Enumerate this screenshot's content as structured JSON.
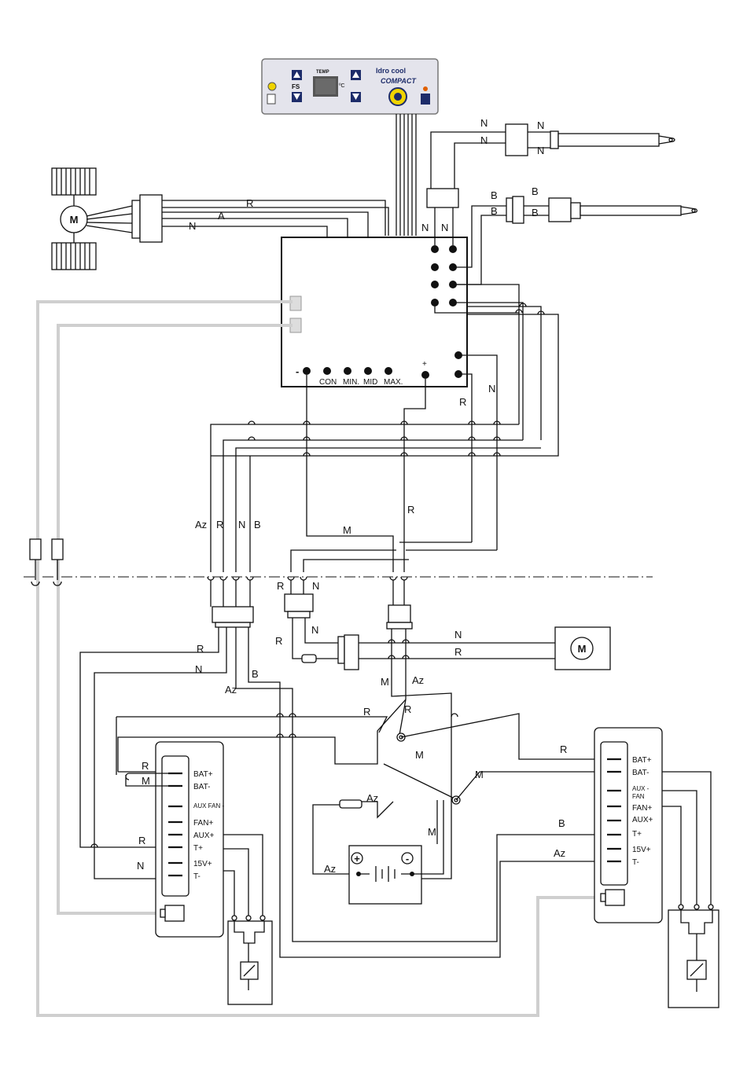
{
  "panel": {
    "temp_label": "TEMP",
    "unit": "ºC",
    "fs_label": "FS",
    "brand_line1": "Idro cool",
    "brand_line2": "COMPACT"
  },
  "motor_label": "M",
  "wire_labels": {
    "red": "R",
    "blue": "A",
    "black": "N",
    "white": "B",
    "sky_blue": "Az",
    "brown": "M"
  },
  "control_board": {
    "terminals": [
      "CON",
      "MIN.",
      "MID",
      "MAX."
    ],
    "minus": "-",
    "plus": "+"
  },
  "battery": {
    "plus": "+",
    "minus": "-"
  },
  "connector_left": [
    "BAT+",
    "BAT-",
    "AUX FAN -",
    "FAN+",
    "AUX+",
    "T+",
    "15V+",
    "T-"
  ],
  "connector_right": [
    "BAT+",
    "BAT-",
    "AUX -",
    "FAN",
    "FAN+",
    "AUX+",
    "T+",
    "15V+",
    "T-"
  ]
}
